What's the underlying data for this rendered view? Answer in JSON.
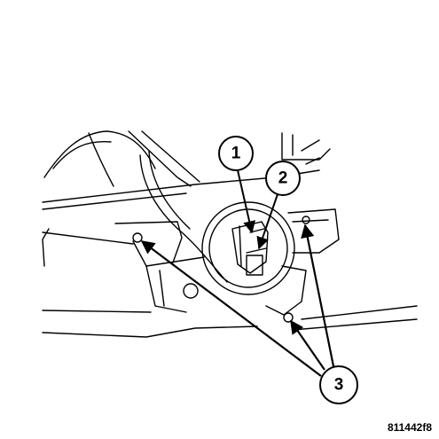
{
  "callouts": {
    "c1": "1",
    "c2": "2",
    "c3": "3"
  },
  "figure_id": "811442f8",
  "colors": {
    "line": "#000000",
    "background": "#ffffff"
  }
}
